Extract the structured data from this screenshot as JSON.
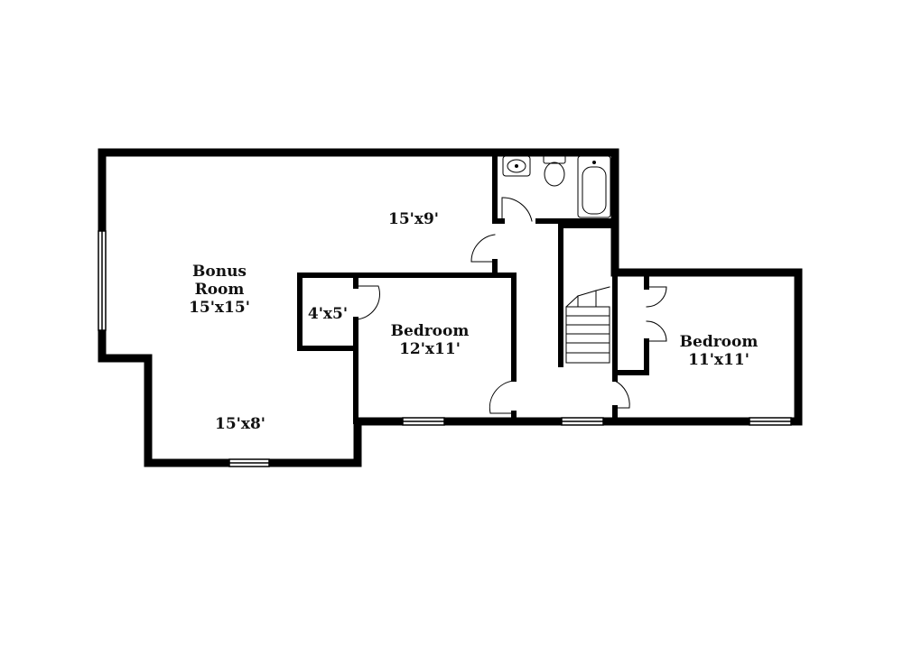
{
  "floor_plan": {
    "rooms": {
      "bonus_room": {
        "name_line1": "Bonus",
        "name_line2": "Room",
        "size": "15'x15'"
      },
      "upper_area": {
        "size": "15'x9'"
      },
      "lower_area": {
        "size": "15'x8'"
      },
      "closet": {
        "size": "4'x5'"
      },
      "bedroom_center": {
        "name": "Bedroom",
        "size": "12'x11'"
      },
      "bedroom_right": {
        "name": "Bedroom",
        "size": "11'x11'"
      }
    }
  }
}
